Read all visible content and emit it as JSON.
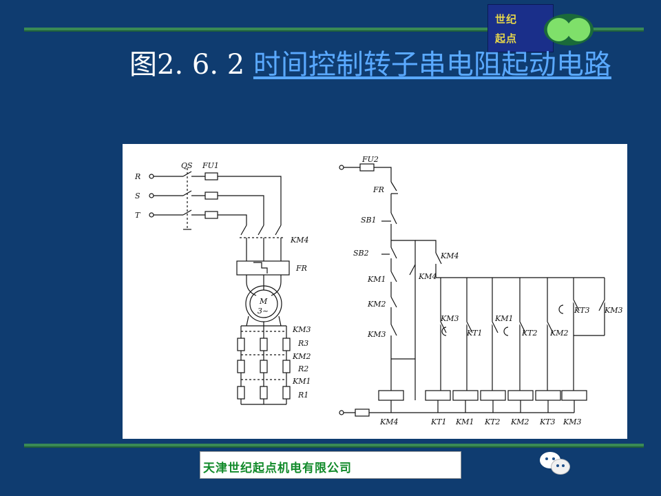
{
  "logo": {
    "line1": "世纪",
    "line2": "起点"
  },
  "title": {
    "prefix": "图2. 6. 2 ",
    "link_text": "时间控制转子串电阻起动电路"
  },
  "diagram": {
    "labels": {
      "R": "R",
      "S": "S",
      "T": "T",
      "QS": "QS",
      "FU1": "FU1",
      "FU2": "FU2",
      "KM4_main": "KM4",
      "FR_main": "FR",
      "motor_M": "M",
      "motor_3": "3~",
      "KM3_rotor": "KM3",
      "R3": "R3",
      "KM2_rotor": "KM2",
      "R2": "R2",
      "KM1_rotor": "KM1",
      "R1": "R1",
      "FR_ctrl": "FR",
      "SB1": "SB1",
      "SB2": "SB2",
      "KM1_nc": "KM1",
      "KM2_nc": "KM2",
      "KM3_nc": "KM3",
      "KM4_hold": "KM4",
      "KM4_top": "KM4",
      "KM3_br": "KM3",
      "KT1_br": "KT1",
      "KM1_br": "KM1",
      "KT2_br": "KT2",
      "KM2_br": "KM2",
      "KT3_br": "KT3",
      "KM3_br2": "KM3",
      "coil_KM4": "KM4",
      "coil_KT1": "KT1",
      "coil_KM1": "KM1",
      "coil_KT2": "KT2",
      "coil_KM2": "KM2",
      "coil_KT3": "KT3",
      "coil_KM3": "KM3"
    }
  },
  "footer": {
    "company": "天津世纪起点机电有限公司"
  },
  "colors": {
    "background": "#0f3c70",
    "rule": "#3a8a55",
    "title_link": "#5aa9ff",
    "company_text": "#118a2a"
  }
}
